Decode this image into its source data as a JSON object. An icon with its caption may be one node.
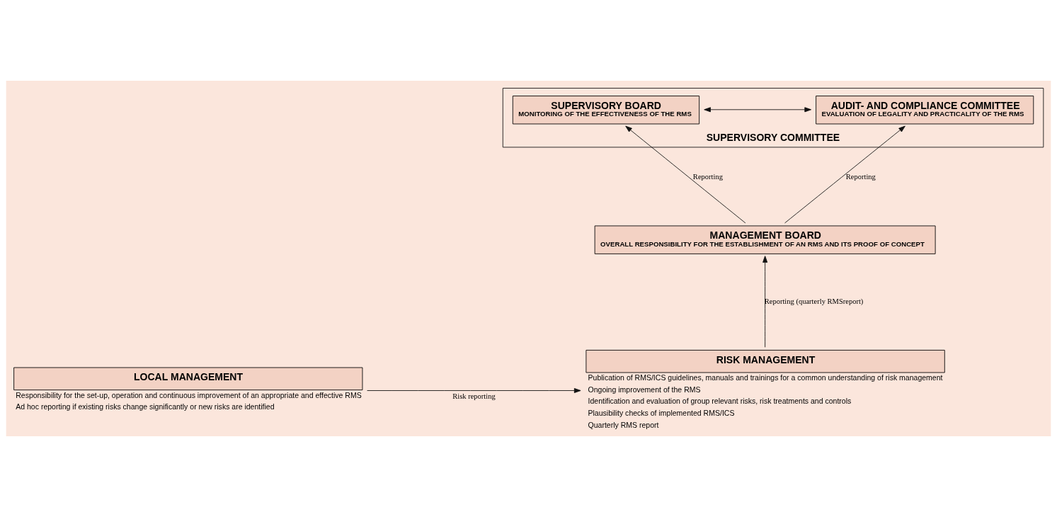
{
  "diagram": {
    "nodes": [
      {
        "text": [
          "SUPERVISORY COMMITTEE"
        ]
      },
      {
        "text": [
          "SUPERVISORY BOARD",
          "MONITORING OF THE EFFECTIVENESS OF THE RMS"
        ],
        "in": 0
      },
      {
        "text": [
          "AUDIT- AND COMPLIANCE COMMITTEE",
          "EVALUATION OF LEGALITY AND PRACTICALITY OF THE RMS"
        ],
        "in": 0
      },
      {
        "text": [
          "MANAGEMENT BOARD",
          "OVERALL RESPONSIBILITY FOR THE ESTABLISHMENT OF AN RMS AND ITS PROOF OF CONCEPT"
        ]
      },
      {
        "text": [
          "LOCAL MANAGEMENT",
          "Responsibility for the set-up, operation and continuous improvement of an appropriate and effective RMS",
          "Ad hoc reporting if existing risks change significantly or new risks are identified"
        ]
      },
      {
        "text": [
          "RISK MANAGEMENT",
          "Publication of RMS/ICS guidelines, manuals and trainings for a common understanding of risk management",
          "Ongoing improvement of the RMS",
          "Identification and evaluation of group relevant risks, risk treatments and controls",
          "Plausibility checks of implemented RMS/ICS",
          "Quarterly RMS report"
        ]
      }
    ],
    "edges": [
      {
        "from": 1,
        "to": 2,
        "arrow": "both"
      },
      {
        "from": 3,
        "to": 1,
        "arrow": "to",
        "label": "Reporting"
      },
      {
        "from": 3,
        "to": 2,
        "arrow": "to",
        "label": "Reporting"
      },
      {
        "from": 5,
        "to": 3,
        "arrow": "to",
        "label": "Reporting (quarterly RMSreport)"
      },
      {
        "from": 4,
        "to": 5,
        "arrow": "to",
        "label": "Risk reporting"
      }
    ]
  }
}
